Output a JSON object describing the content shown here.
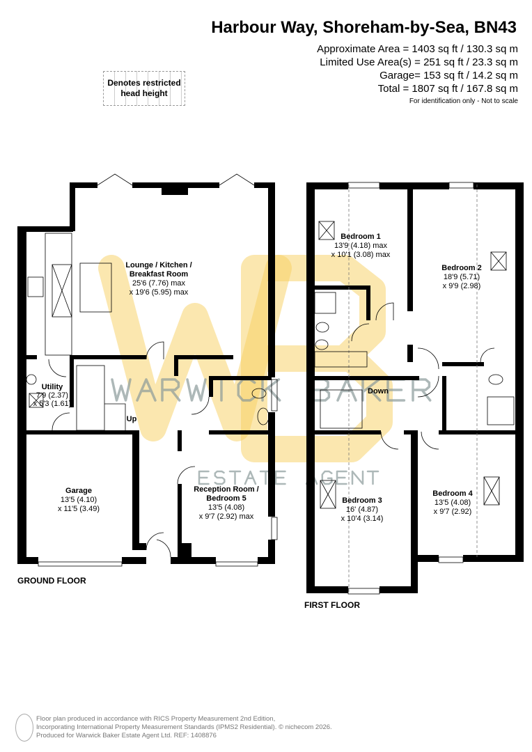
{
  "header": {
    "title": "Harbour Way, Shoreham-by-Sea, BN43",
    "areas": [
      "Approximate Area = 1403 sq ft / 130.3 sq m",
      "Limited Use Area(s) = 251 sq ft / 23.3 sq m",
      "Garage= 153 sq ft / 14.2 sq m",
      "Total = 1807 sq ft / 167.8 sq m"
    ],
    "note": "For identification only - Not to scale"
  },
  "legend": {
    "restricted": "Denotes restricted head height"
  },
  "watermark": {
    "monogram": "WB",
    "line1": "WARWICK BAKER",
    "line2": "ESTATE AGENT",
    "color": "#f7d060"
  },
  "ground_floor": {
    "label": "GROUND FLOOR",
    "rooms": [
      {
        "name": "Lounge / Kitchen /",
        "name2": "Breakfast Room",
        "dim1": "25'6 (7.76) max",
        "dim2": "x 19'6 (5.95) max"
      },
      {
        "name": "Utility",
        "dim1": "7'9 (2.37)",
        "dim2": "x 5'3 (1.61)"
      },
      {
        "name": "Garage",
        "dim1": "13'5 (4.10)",
        "dim2": "x 11'5 (3.49)"
      },
      {
        "name": "Reception Room /",
        "name2": "Bedroom 5",
        "dim1": "13'5 (4.08)",
        "dim2": "x 9'7 (2.92) max"
      }
    ],
    "stairs": "Up"
  },
  "first_floor": {
    "label": "FIRST FLOOR",
    "rooms": [
      {
        "name": "Bedroom 1",
        "dim1": "13'9 (4.18) max",
        "dim2": "x 10'1 (3.08) max"
      },
      {
        "name": "Bedroom 2",
        "dim1": "18'9 (5.71)",
        "dim2": "x 9'9 (2.98)"
      },
      {
        "name": "Bedroom 3",
        "dim1": "16' (4.87)",
        "dim2": "x 10'4 (3.14)"
      },
      {
        "name": "Bedroom 4",
        "dim1": "13'5 (4.08)",
        "dim2": "x 9'7 (2.92)"
      }
    ],
    "stairs": "Down"
  },
  "footer": {
    "lines": [
      "Floor plan produced in accordance with RICS Property Measurement 2nd Edition,",
      "Incorporating International Property Measurement Standards (IPMS2 Residential).   © nichecom 2026.",
      "Produced for Warwick Baker Estate Agent Ltd.   REF:  1408876"
    ]
  }
}
